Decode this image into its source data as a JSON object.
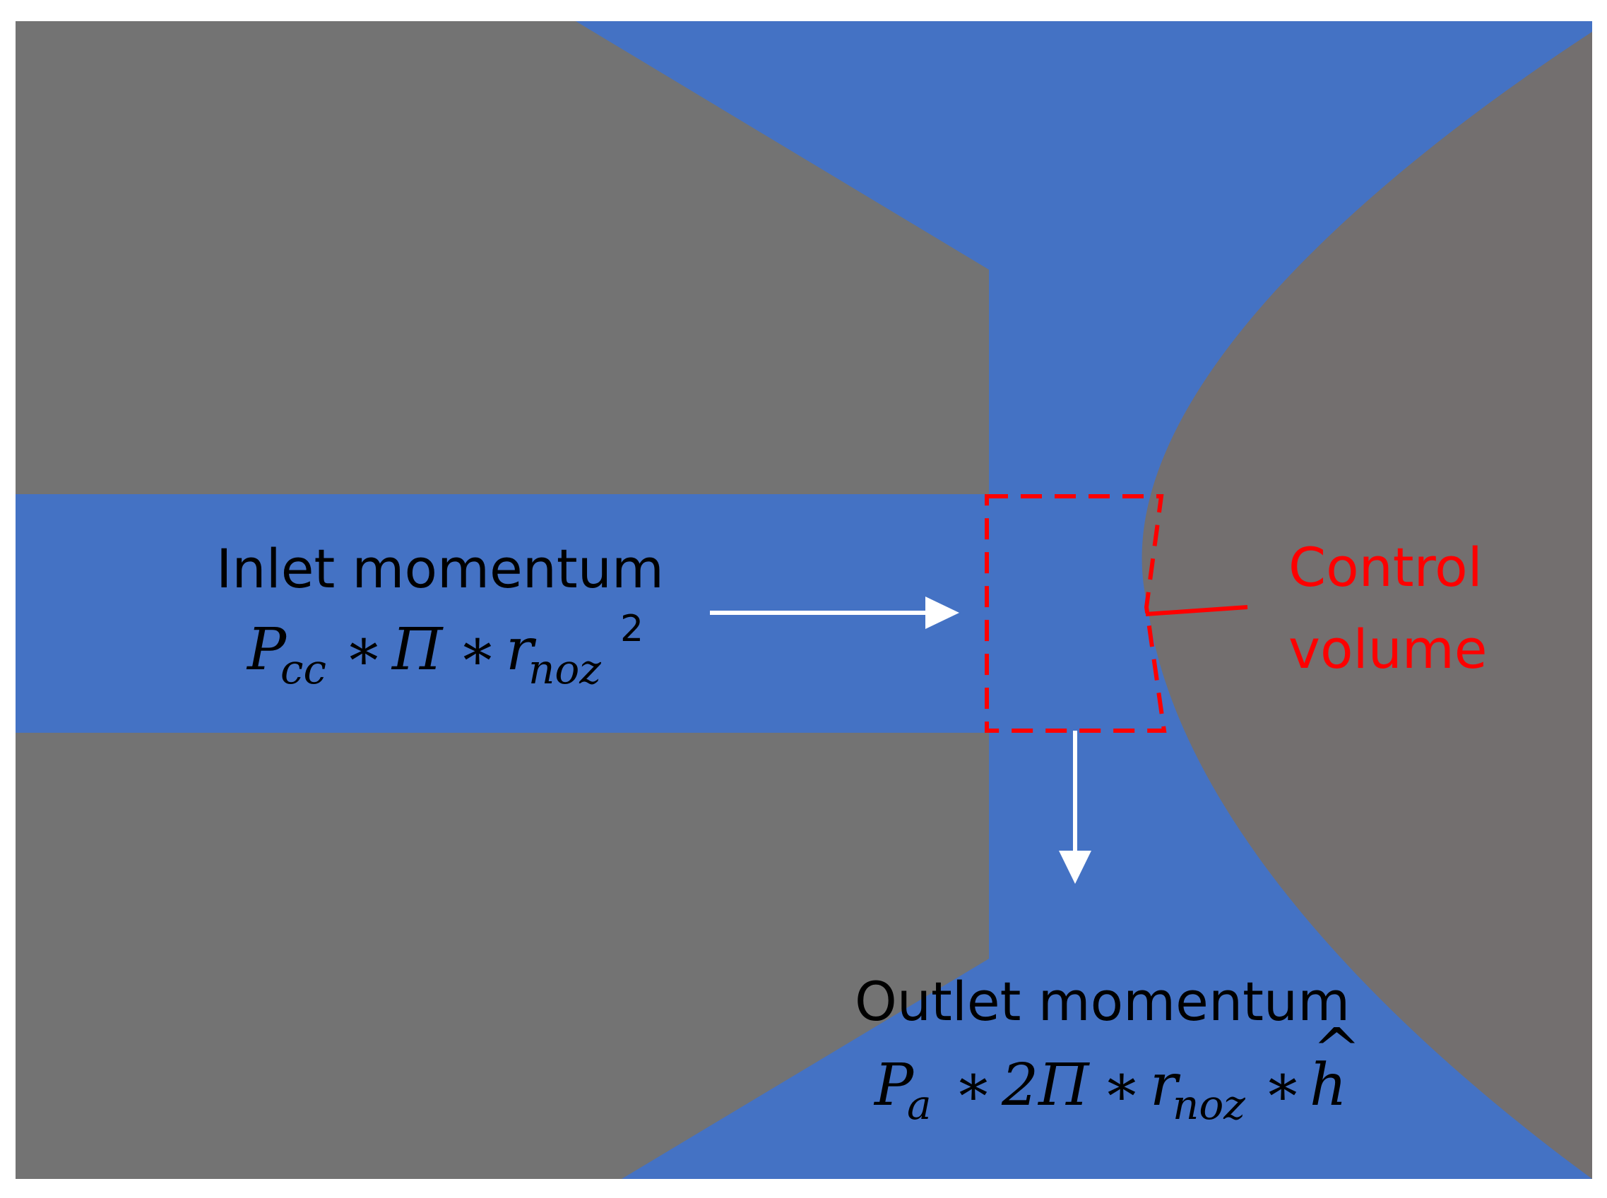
{
  "colors": {
    "background": "#ffffff",
    "fluid": "#4472c4",
    "solid_left": "#737373",
    "solid_right": "#736f6f",
    "control_volume": "#ff0000",
    "arrow": "#ffffff",
    "text": "#000000"
  },
  "inlet": {
    "title": "Inlet momentum",
    "formula": {
      "p": "P",
      "p_sub": "cc",
      "op1": "∗",
      "pi": "Π",
      "op2": "∗",
      "r": "r",
      "r_sub": "noz",
      "exp": "2"
    }
  },
  "outlet": {
    "title": "Outlet momentum",
    "formula": {
      "p": "P",
      "p_sub": "a",
      "op1": "∗",
      "two_pi": "2Π",
      "op2": "∗",
      "r": "r",
      "r_sub": "noz",
      "op3": "∗",
      "h": "h",
      "h_hat": "^"
    }
  },
  "control_volume": {
    "line1": "Control",
    "line2": "volume"
  },
  "icons": {
    "inlet_arrow": "arrow-right-icon",
    "outlet_arrow": "arrow-down-icon"
  }
}
